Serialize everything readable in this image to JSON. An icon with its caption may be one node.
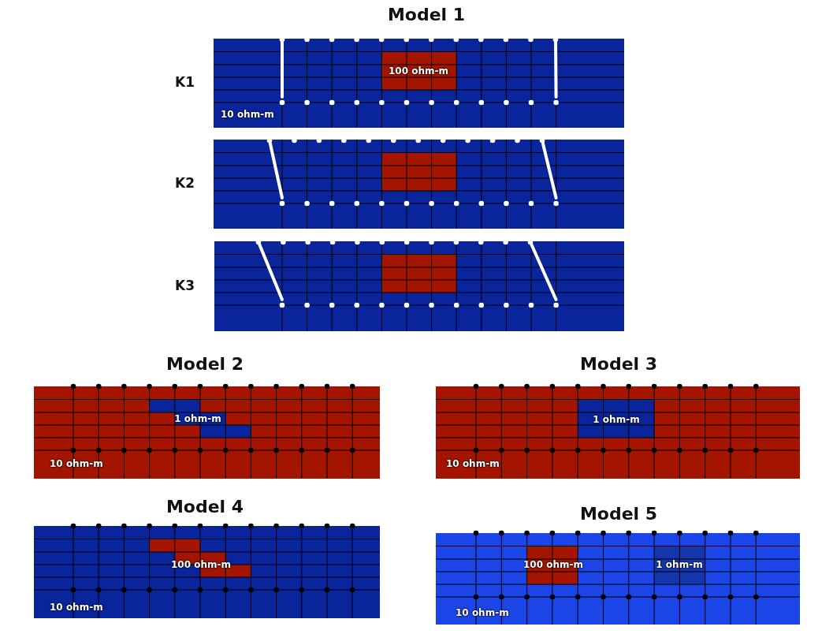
{
  "diagram": {
    "labels": [
      "Model 1",
      "K1",
      "100 ohm-m",
      "10 ohm-m",
      "K2",
      "K3",
      "Model 2",
      "1 ohm-m",
      "10 ohm-m",
      "Model 3",
      "1 ohm-m",
      "10 ohm-m",
      "Model 4",
      "100 ohm-m",
      "10 ohm-m",
      "Model 5",
      "100 ohm-m",
      "1 ohm-m",
      "10 ohm-m"
    ]
  }
}
